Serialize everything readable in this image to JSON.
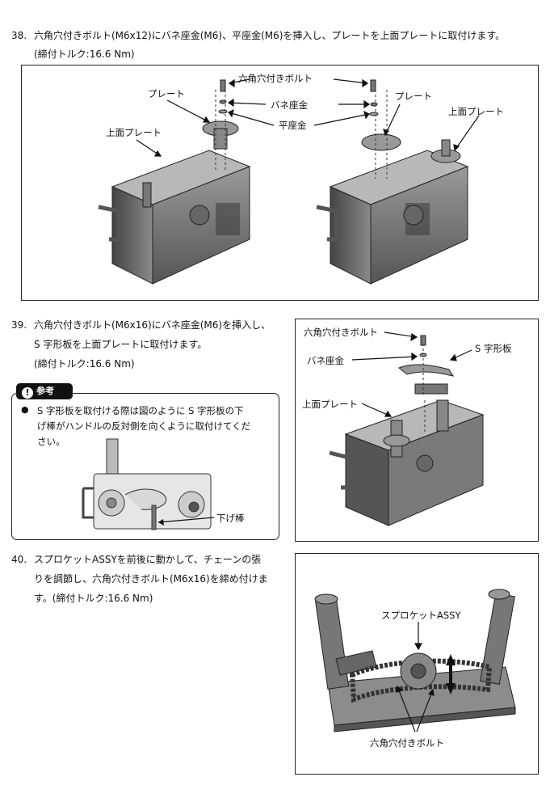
{
  "steps": [
    {
      "number": "38.",
      "line1": "六角穴付きボルト(M6x12)にバネ座金(M6)、平座金(M6)を挿入し、プレートを上面プレートに取付けます。",
      "line2": "(締付トルク:16.6 Nm)"
    },
    {
      "number": "39.",
      "line1": "六角穴付きボルト(M6x16)にバネ座金(M6)を挿入し、",
      "line2": "S 字形板を上面プレートに取付けます。",
      "line3": "(締付トルク:16.6 Nm)"
    },
    {
      "number": "40.",
      "line1": "スプロケットASSYを前後に動かして、チェーンの張",
      "line2": "りを調節し、六角穴付きボルト(M6x16)を締め付けま",
      "line3": "す。(締付トルク:16.6 Nm)"
    }
  ],
  "figure1": {
    "label_bolt": "六角穴付きボルト",
    "label_plate_left": "プレート",
    "label_plate_right": "プレート",
    "label_spring_washer": "バネ座金",
    "label_flat_washer": "平座金",
    "label_top_plate_left": "上面プレート",
    "label_top_plate_right": "上面プレート"
  },
  "figure2": {
    "label_bolt": "六角穴付きボルト",
    "label_s_plate": "S 字形板",
    "label_spring_washer": "バネ座金",
    "label_top_plate": "上面プレート"
  },
  "note": {
    "badge": "参考",
    "bullet": "●",
    "line1": "S 字形板を取付ける際は図のように S 字形板の下",
    "line2": "げ棒がハンドルの反対側を向くように取付けてくだ",
    "line3": "さい。",
    "label_rod": "下げ棒"
  },
  "figure3": {
    "label_sprocket": "スプロケットASSY",
    "label_bolt": "六角穴付きボルト"
  }
}
